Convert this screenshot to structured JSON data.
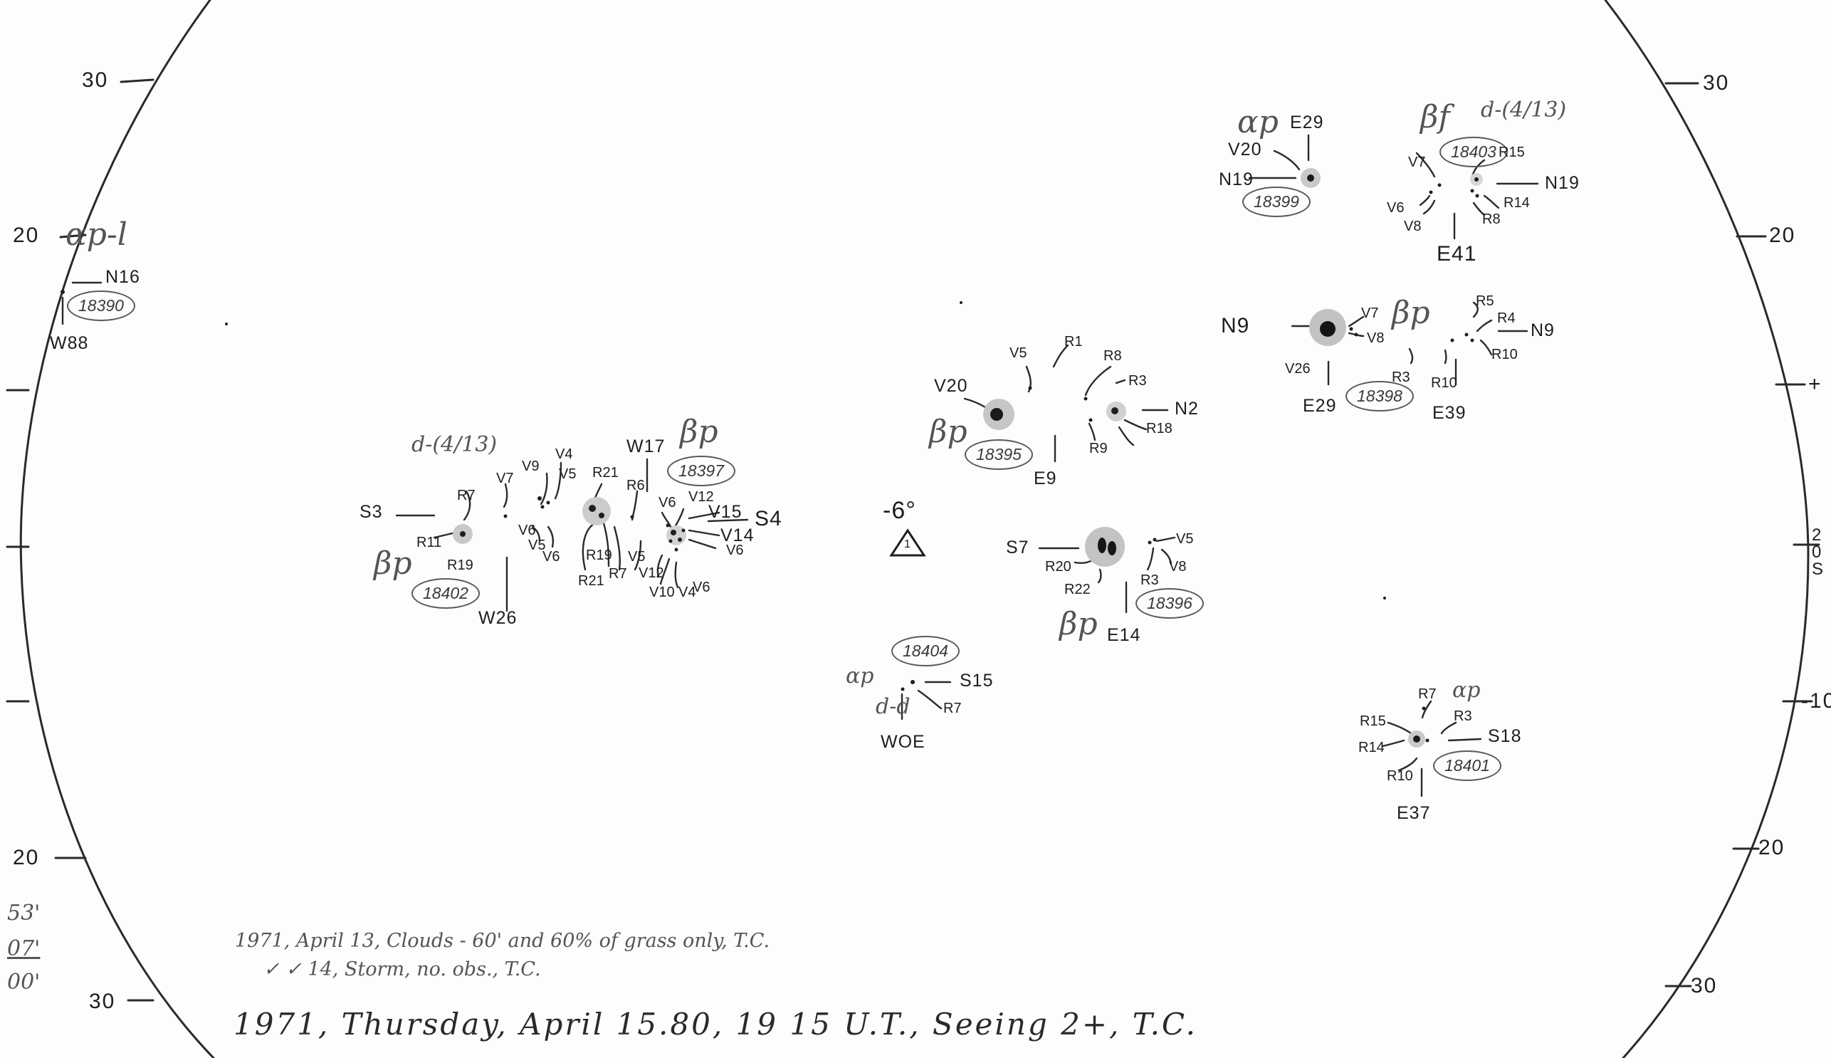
{
  "scale": {
    "left_ticks": [
      "30",
      "20",
      "20",
      "30"
    ],
    "right_ticks": [
      "30",
      "20",
      "+",
      "20S",
      "-10",
      "20",
      "30"
    ]
  },
  "margin_notes": [
    "53'",
    "07'",
    "00'"
  ],
  "notes": {
    "line1": "1971, April 13, Clouds - 60' and 60% of grass only, T.C.",
    "line2": "✓ ✓ 14, Storm, no. obs., T.C.",
    "line3": "1971, Thursday, April 15.80, 19 15 U.T., Seeing 2+, T.C."
  },
  "center_marker": {
    "angle_label": "-6°",
    "symbol": "1"
  },
  "groups": [
    {
      "region": "18390",
      "class": "αp-l",
      "labels": [
        "N16",
        "W88"
      ]
    },
    {
      "region": "18402",
      "class": "βp",
      "note": "d-(4/13)",
      "labels": [
        "S3",
        "R7",
        "R11",
        "R19",
        "V7",
        "V9",
        "V4",
        "V5",
        "V6",
        "V5",
        "V6",
        "W26"
      ]
    },
    {
      "region": "18397",
      "class": "βp",
      "labels": [
        "W17",
        "R21",
        "R6",
        "R19",
        "R21",
        "R7",
        "V6",
        "V12",
        "V15",
        "V14",
        "V6",
        "V5",
        "V12",
        "V10",
        "V4",
        "V6",
        "S4"
      ]
    },
    {
      "region": "18395",
      "class": "βp",
      "labels": [
        "V20",
        "V5",
        "R1",
        "R8",
        "R3",
        "N2",
        "R18",
        "R9",
        "E9"
      ]
    },
    {
      "region": "18396",
      "class": "βp",
      "labels": [
        "S7",
        "R20",
        "R22",
        "R3",
        "V5",
        "V8",
        "E14"
      ]
    },
    {
      "region": "18404",
      "class": "αp",
      "note": "d-d",
      "labels": [
        "S15",
        "R7",
        "WOE"
      ]
    },
    {
      "region": "18399",
      "class": "αp",
      "labels": [
        "E29",
        "V20",
        "N19"
      ]
    },
    {
      "region": "18403",
      "class": "βf",
      "note": "d-(4/13)",
      "labels": [
        "V7",
        "R15",
        "N19",
        "V6",
        "V8",
        "R14",
        "R8",
        "E41"
      ]
    },
    {
      "region": "18398",
      "class": "βp",
      "labels": [
        "N9",
        "V7",
        "V8",
        "R5",
        "R4",
        "N9",
        "R10",
        "R3",
        "R10",
        "V26",
        "E29",
        "E39"
      ]
    },
    {
      "region": "18401",
      "class": "αp",
      "labels": [
        "R7",
        "R3",
        "R15",
        "R14",
        "S18",
        "R10",
        "E37"
      ]
    }
  ]
}
